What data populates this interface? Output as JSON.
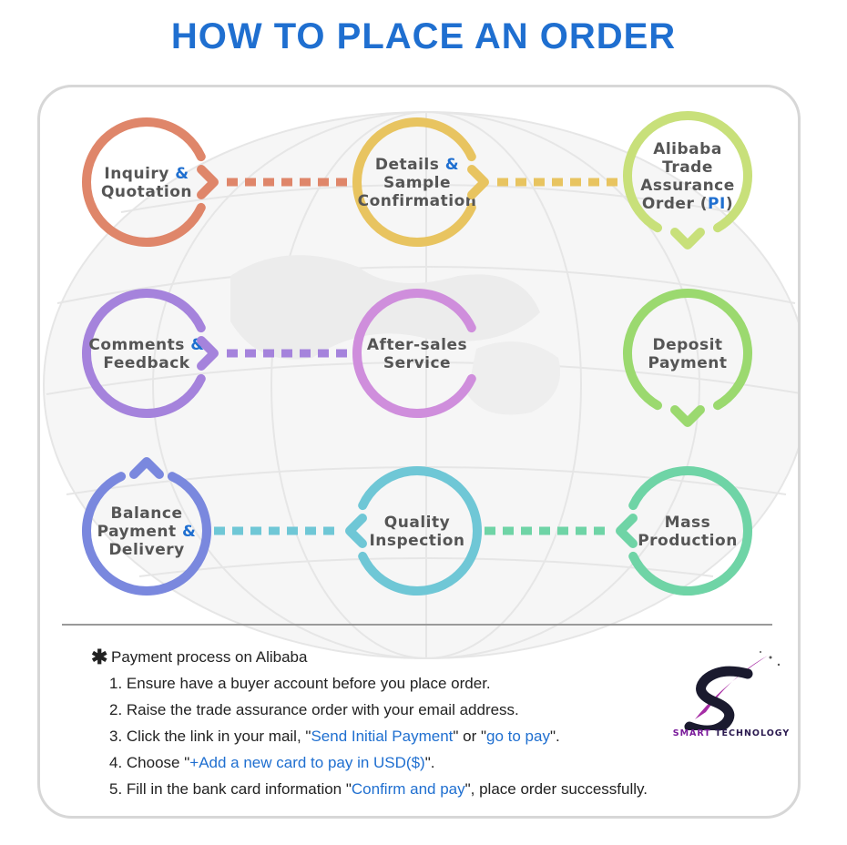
{
  "title": "HOW TO PLACE AN ORDER",
  "steps": [
    {
      "id": "inquiry",
      "lines": [
        "Inquiry &",
        "Quotation"
      ],
      "color": "#df866a"
    },
    {
      "id": "details",
      "lines": [
        "Details &",
        "Sample",
        "Confirmation"
      ],
      "color": "#e8c460"
    },
    {
      "id": "alibaba",
      "lines": [
        "Alibaba",
        "Trade",
        "Assurance",
        "Order (PI)"
      ],
      "color": "#c8e07a"
    },
    {
      "id": "deposit",
      "lines": [
        "Deposit",
        "Payment"
      ],
      "color": "#9bd96f"
    },
    {
      "id": "mass",
      "lines": [
        "Mass",
        "Production"
      ],
      "color": "#6fd4a6"
    },
    {
      "id": "quality",
      "lines": [
        "Quality",
        "Inspection"
      ],
      "color": "#6fc7d6"
    },
    {
      "id": "balance",
      "lines": [
        "Balance",
        "Payment &",
        "Delivery"
      ],
      "color": "#7a88de"
    },
    {
      "id": "comments",
      "lines": [
        "Comments &",
        "Feedback"
      ],
      "color": "#a583dc"
    },
    {
      "id": "aftersales",
      "lines": [
        "After-sales",
        "Service"
      ],
      "color": "#cf8edc"
    }
  ],
  "notes": {
    "heading": "Payment process on Alibaba",
    "items": [
      {
        "parts": [
          {
            "text": "1. Ensure have a buyer account before you place order."
          }
        ]
      },
      {
        "parts": [
          {
            "text": "2. Raise the trade assurance order with your email address."
          }
        ]
      },
      {
        "parts": [
          {
            "text": "3. Click the link in your mail, \""
          },
          {
            "text": "Send Initial Payment",
            "hl": true
          },
          {
            "text": "\" or \""
          },
          {
            "text": "go to pay",
            "hl": true
          },
          {
            "text": "\"."
          }
        ]
      },
      {
        "parts": [
          {
            "text": "4. Choose \""
          },
          {
            "text": "+Add a new card to pay in USD($)",
            "hl": true
          },
          {
            "text": "\"."
          }
        ]
      },
      {
        "parts": [
          {
            "text": "5. Fill in the bank card information \""
          },
          {
            "text": "Confirm and pay",
            "hl": true
          },
          {
            "text": "\", place order successfully."
          }
        ]
      }
    ]
  },
  "logo": {
    "word1": "SMART",
    "word2": "TECHNOLOGY"
  },
  "colors": {
    "accent": "#1f6fd0",
    "text": "#555555"
  }
}
